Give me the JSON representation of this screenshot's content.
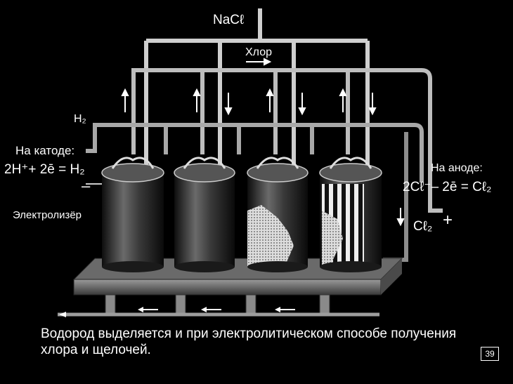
{
  "labels": {
    "nacl": "NaCℓ",
    "chlorine": "Хлор",
    "hydrogen": "H₂",
    "cathode_title": "На катоде:",
    "cathode_eq": "2H⁺+ 2ē = H₂",
    "anode_title": "На аноде:",
    "anode_eq": "2Cℓ⁻– 2ē = Cℓ₂",
    "device": "Электролизёр",
    "chlorine_gas": "Cℓ₂",
    "plus": "+",
    "minus": "–"
  },
  "caption": "Водород выделяется и при электролитическом способе получения хлора и щелочей.",
  "frame_number": "39"
}
